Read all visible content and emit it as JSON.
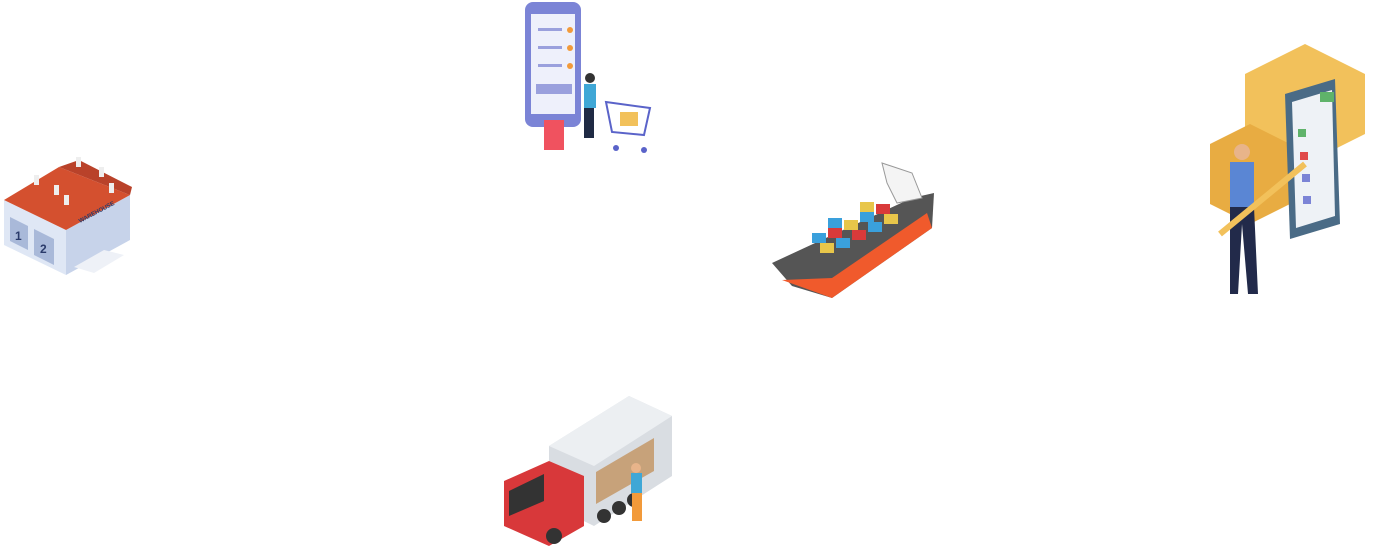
{
  "illustrations": {
    "warehouse": {
      "sign": "WAREHOUSE",
      "door_1": "1",
      "door_2": "2",
      "roof_color": "#d4502f",
      "wall_color": "#dfe7f5"
    },
    "mobile_shopping": {
      "phone_color": "#7b84d6",
      "cart_color": "#5a63c9",
      "bag_color": "#f0525f"
    },
    "cargo_ship": {
      "hull_color": "#f05a2c",
      "deck_color": "#555555"
    },
    "checklist": {
      "box_color": "#f2c15b",
      "clipboard_color": "#4a6b86",
      "shirt_color": "#5a86d4"
    },
    "delivery_truck": {
      "cab_color": "#d8383a",
      "container_color": "#d9dde2"
    }
  }
}
